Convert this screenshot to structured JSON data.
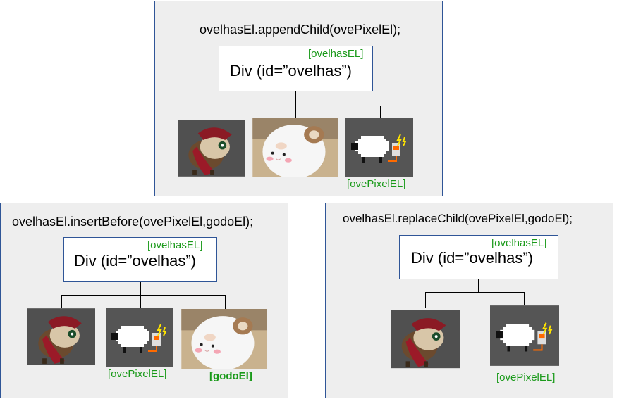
{
  "panels": {
    "append": {
      "code": "ovelhasEl.appendChild(ovePixelEl);",
      "div_label": "Div (id=”ovelhas”)",
      "div_var": "[ovelhasEL]",
      "pixel_var": "[ovePixelEL]"
    },
    "insert": {
      "code": "ovelhasEl.insertBefore(ovePixelEl,godoEl);",
      "div_label": "Div (id=”ovelhas”)",
      "div_var": "[ovelhasEL]",
      "pixel_var": "[ovePixelEL]",
      "godo_var": "[godoEl]"
    },
    "replace": {
      "code": "ovelhasEl.replaceChild(ovePixelEl,godoEl);",
      "div_label": "Div (id=”ovelhas”)",
      "div_var": "[ovelhasEL]",
      "pixel_var": "[ovePixelEL]"
    }
  },
  "images": {
    "hamster": "hamster-character-image",
    "plush": "sheep-plush-image",
    "pixel": "pixel-sheep-image"
  },
  "colors": {
    "panel_bg": "#eeeeee",
    "border": "#2f5597",
    "var_label": "#1a9a1a"
  }
}
